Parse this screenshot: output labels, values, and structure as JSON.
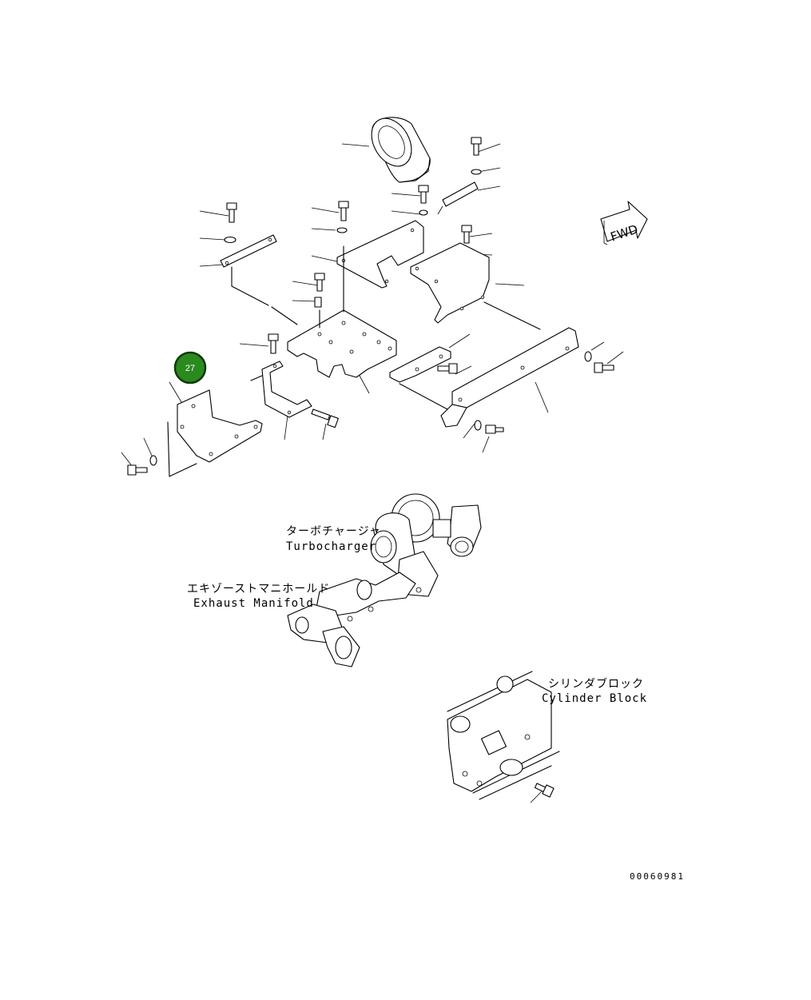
{
  "labels": {
    "turbocharger_jp": "ターボチャージャ",
    "turbocharger_en": "Turbocharger",
    "exhaust_manifold_jp": "エキゾーストマニホールド",
    "exhaust_manifold_en": "Exhaust Manifold",
    "cylinder_block_jp": "シリンダブロック",
    "cylinder_block_en": "Cylinder Block"
  },
  "fwd_arrow": {
    "text": "FWD"
  },
  "callout": {
    "number": "27",
    "color": "#2a8a1e",
    "border_color": "#0d3a08"
  },
  "drawing_code": "00060981"
}
